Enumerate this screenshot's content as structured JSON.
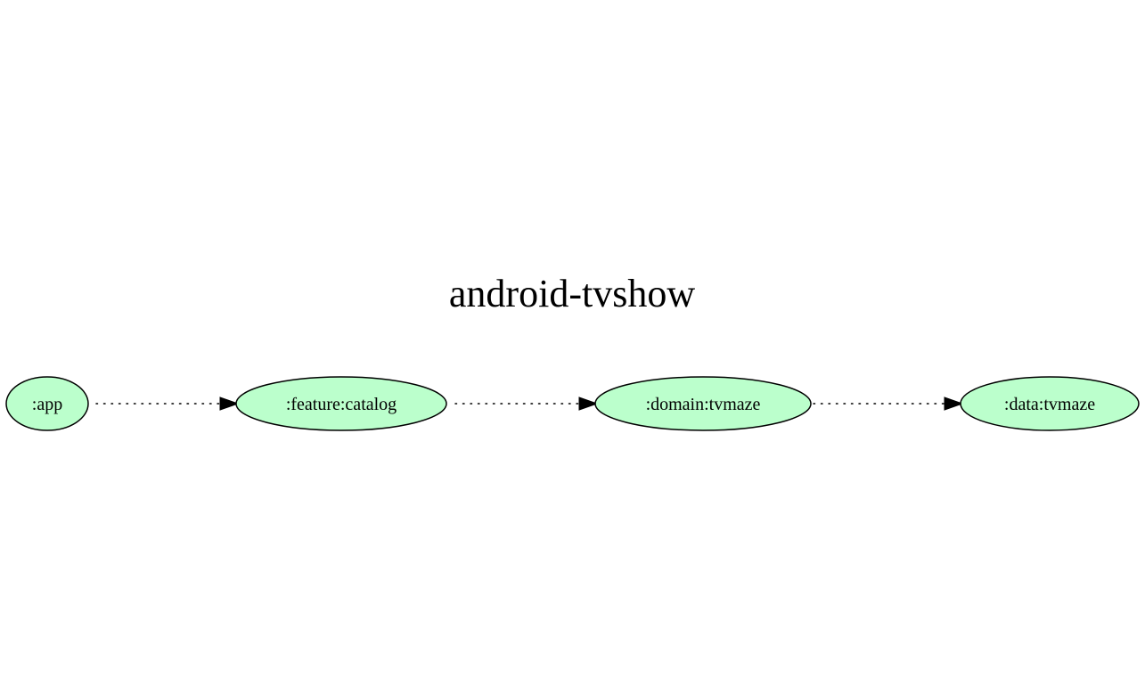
{
  "diagram": {
    "title": "android-tvshow",
    "nodes": [
      {
        "id": "app",
        "label": ":app"
      },
      {
        "id": "feature-catalog",
        "label": ":feature:catalog"
      },
      {
        "id": "domain-tvmaze",
        "label": ":domain:tvmaze"
      },
      {
        "id": "data-tvmaze",
        "label": ":data:tvmaze"
      }
    ],
    "edges": [
      {
        "from": "app",
        "to": "feature-catalog",
        "style": "dotted"
      },
      {
        "from": "feature-catalog",
        "to": "domain-tvmaze",
        "style": "dotted"
      },
      {
        "from": "domain-tvmaze",
        "to": "data-tvmaze",
        "style": "dotted"
      }
    ],
    "colors": {
      "node_fill": "#bbffcc",
      "node_stroke": "#000000",
      "edge": "#000000",
      "text": "#000000",
      "background": "#ffffff"
    }
  }
}
